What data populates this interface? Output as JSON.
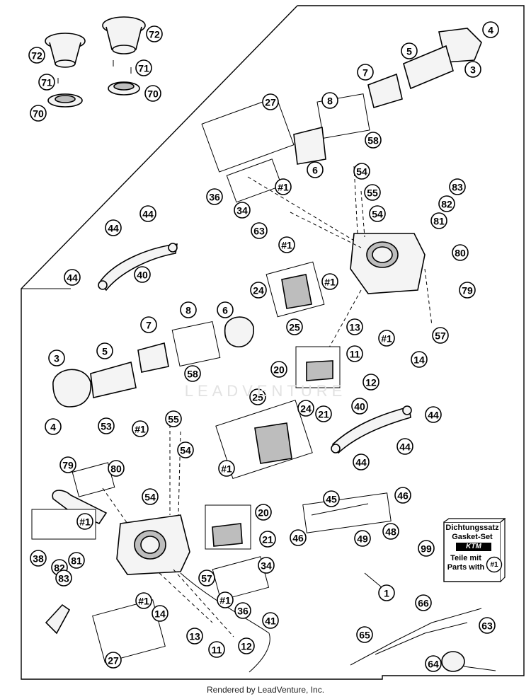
{
  "footer": "Rendered by LeadVenture, Inc.",
  "watermark": "LEADVENTURE",
  "gasket_box": {
    "line1": "Dichtungssatz",
    "line2": "Gasket-Set",
    "logo": "KTM",
    "line3": "Teile mit",
    "line4": "Parts with",
    "badge": "#1"
  },
  "callouts": [
    "72",
    "72",
    "71",
    "71",
    "70",
    "70",
    "4",
    "5",
    "3",
    "7",
    "8",
    "58",
    "6",
    "27",
    "54",
    "55",
    "54",
    "36",
    "34",
    "#1",
    "83",
    "82",
    "81",
    "63",
    "#1",
    "44",
    "44",
    "44",
    "40",
    "80",
    "79",
    "24",
    "#1",
    "25",
    "13",
    "#1",
    "57",
    "11",
    "12",
    "14",
    "20",
    "21",
    "7",
    "8",
    "6",
    "3",
    "5",
    "58",
    "4",
    "25",
    "24",
    "#1",
    "40",
    "44",
    "44",
    "44",
    "53",
    "#1",
    "55",
    "54",
    "79",
    "80",
    "54",
    "20",
    "21",
    "#1",
    "38",
    "82",
    "81",
    "83",
    "57",
    "34",
    "#1",
    "36",
    "#1",
    "14",
    "13",
    "11",
    "12",
    "41",
    "27",
    "45",
    "46",
    "46",
    "49",
    "48",
    "99",
    "1",
    "66",
    "65",
    "63",
    "64"
  ]
}
